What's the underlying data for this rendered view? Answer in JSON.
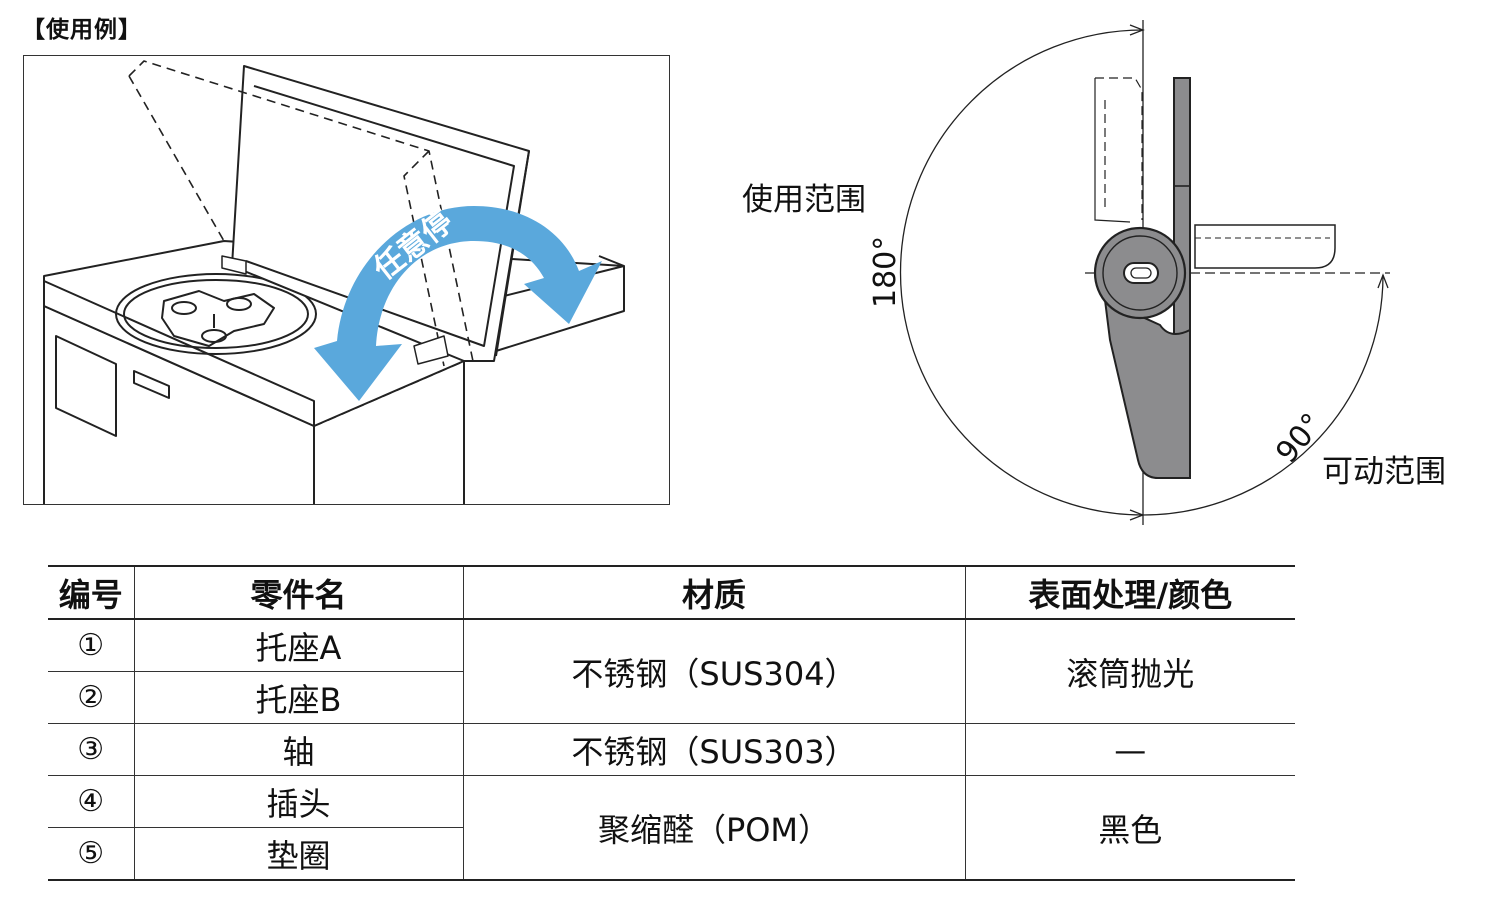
{
  "section_label": "【使用例】",
  "usage_example": {
    "stop_label": "任意停"
  },
  "hinge_diagram": {
    "usage_range_label": "使用范围",
    "movable_range_label": "可动范围",
    "angle_180": "180°",
    "angle_90": "90°"
  },
  "parts_table": {
    "headers": [
      "编号",
      "零件名",
      "材质",
      "表面处理/颜色"
    ],
    "rows": [
      {
        "no": "①",
        "part": "托座A",
        "material": "不锈钢（SUS304）",
        "finish": "滚筒抛光"
      },
      {
        "no": "②",
        "part": "托座B"
      },
      {
        "no": "③",
        "part": "轴",
        "material": "不锈钢（SUS303）",
        "finish": "—"
      },
      {
        "no": "④",
        "part": "插头",
        "material": "聚缩醛（POM）",
        "finish": "黑色"
      },
      {
        "no": "⑤",
        "part": "垫圈"
      }
    ]
  },
  "colors": {
    "arrow_blue": "#5aa8dc",
    "bracket_gray": "#8c8c8e",
    "line": "#222222"
  }
}
